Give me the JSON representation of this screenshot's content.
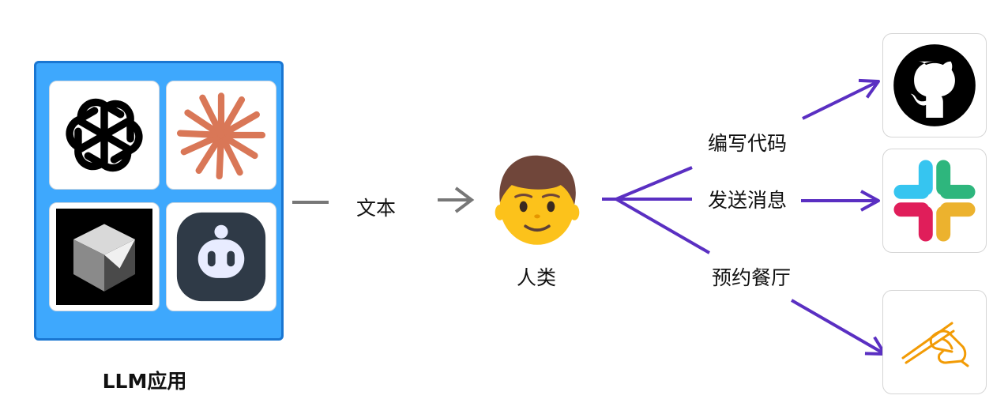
{
  "llm_apps": {
    "caption": "LLM应用",
    "tiles": [
      "openai-logo-icon",
      "claude-logo-icon",
      "cube-logo-icon",
      "bot-logo-icon"
    ]
  },
  "flow": {
    "input_label": "文本",
    "human_label": "人类"
  },
  "actions": [
    {
      "label": "编写代码",
      "target": "github-icon"
    },
    {
      "label": "发送消息",
      "target": "slack-icon"
    },
    {
      "label": "预约餐厅",
      "target": "chopsticks-icon"
    }
  ],
  "colors": {
    "panel_fill": "#3ea8fd",
    "panel_border": "#1976d2",
    "arrow_gray": "#777777",
    "arrow_purple": "#5a2fc2",
    "claude_orange": "#d97757",
    "bot_dark": "#2f3a47",
    "chopsticks_orange": "#f29b05"
  }
}
